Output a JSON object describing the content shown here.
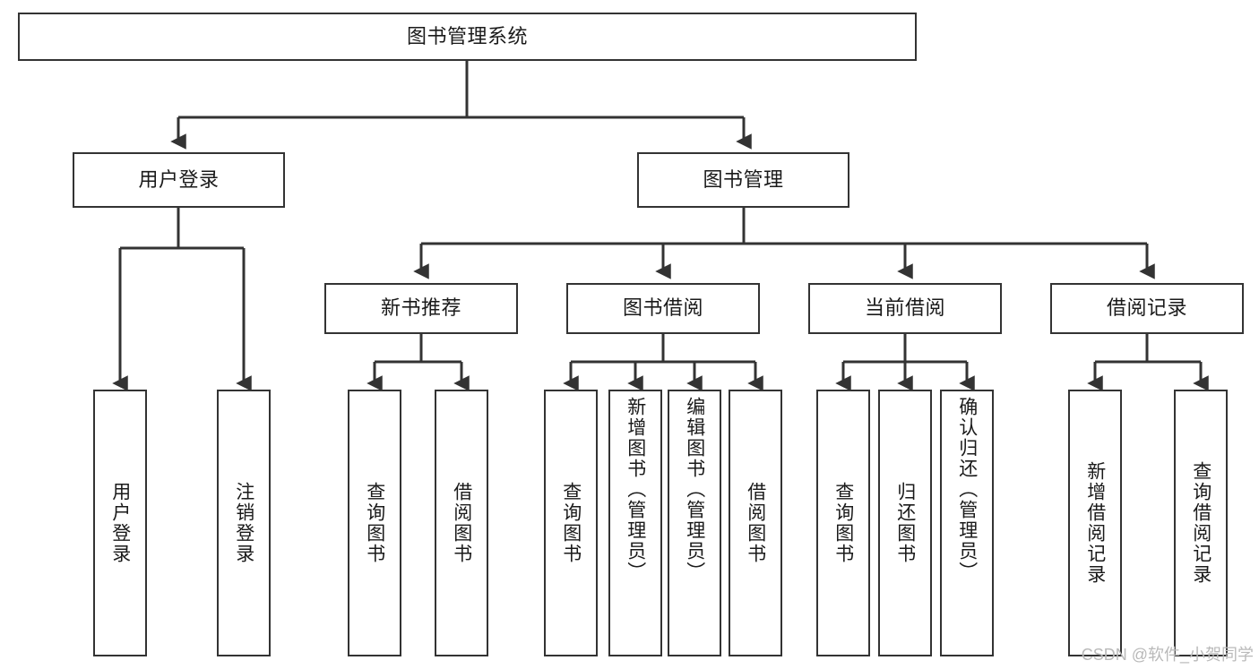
{
  "diagram": {
    "type": "tree",
    "title": "图书管理系统",
    "watermark": "CSDN @软件_小贺同学",
    "colors": {
      "node_border": "#333333",
      "node_fill": "#ffffff",
      "edge": "#333333",
      "text": "#1a1a1a",
      "watermark": "#b9b9b9",
      "background": "#ffffff"
    },
    "nodes": {
      "root": {
        "label": "图书管理系统"
      },
      "level2": [
        {
          "id": "user-login",
          "label": "用户登录"
        },
        {
          "id": "book-manage",
          "label": "图书管理"
        }
      ],
      "level3": [
        {
          "id": "new-book-recommend",
          "label": "新书推荐"
        },
        {
          "id": "book-borrow",
          "label": "图书借阅"
        },
        {
          "id": "current-borrow",
          "label": "当前借阅"
        },
        {
          "id": "borrow-record",
          "label": "借阅记录"
        }
      ],
      "leaves": {
        "user_login": [
          {
            "id": "leaf-user-login",
            "label": "用户登录"
          },
          {
            "id": "leaf-logout-login",
            "label": "注销登录"
          }
        ],
        "new_book_recommend": [
          {
            "id": "leaf-query-book-1",
            "label": "查询图书"
          },
          {
            "id": "leaf-borrow-book-1",
            "label": "借阅图书"
          }
        ],
        "book_borrow": [
          {
            "id": "leaf-query-book-2",
            "label": "查询图书"
          },
          {
            "id": "leaf-add-book",
            "label": "新增图书（管理员）"
          },
          {
            "id": "leaf-edit-book",
            "label": "编辑图书（管理员）"
          },
          {
            "id": "leaf-borrow-book-2",
            "label": "借阅图书"
          }
        ],
        "current_borrow": [
          {
            "id": "leaf-query-book-3",
            "label": "查询图书"
          },
          {
            "id": "leaf-return-book",
            "label": "归还图书"
          },
          {
            "id": "leaf-confirm-return",
            "label": "确认归还（管理员）"
          }
        ],
        "borrow_record": [
          {
            "id": "leaf-add-record",
            "label": "新增借阅记录"
          },
          {
            "id": "leaf-query-record",
            "label": "查询借阅记录"
          }
        ]
      }
    }
  }
}
